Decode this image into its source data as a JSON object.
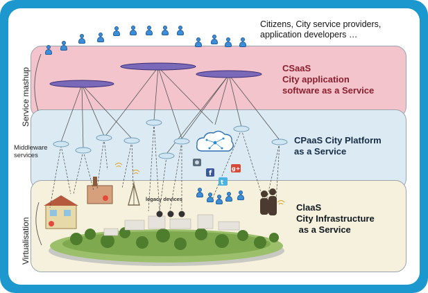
{
  "header": {
    "audience_text": "Citizens, City service providers,\napplication developers …"
  },
  "side_labels": {
    "service_mashup": "Service mashup",
    "virtualisation": "Virtualisation",
    "middleware": "Middleware\nservices"
  },
  "layers": {
    "saas": {
      "title": "CSaaS\nCity application\nsoftware as a Service",
      "color": "#f3c4cc"
    },
    "paas": {
      "title": "CPaaS City Platform\nas a Service",
      "color": "#dcebf3"
    },
    "iaas": {
      "title": "ClaaS\nCity Infrastructure\n as a Service",
      "color": "#f5f1dc"
    }
  },
  "annotations": {
    "legacy_devices": "legacy devices"
  },
  "icons": [
    "person-icon",
    "cloud-icon",
    "facebook-icon",
    "twitter-icon",
    "google-plus-icon",
    "camera-icon",
    "wifi-icon",
    "sensor-icon"
  ],
  "colors": {
    "frame": "#1c98cf",
    "hub": "#7a68b8",
    "middleware_node": "#cfe6f2",
    "saas_title": "#8a1f2d",
    "paas_title": "#152c45"
  }
}
